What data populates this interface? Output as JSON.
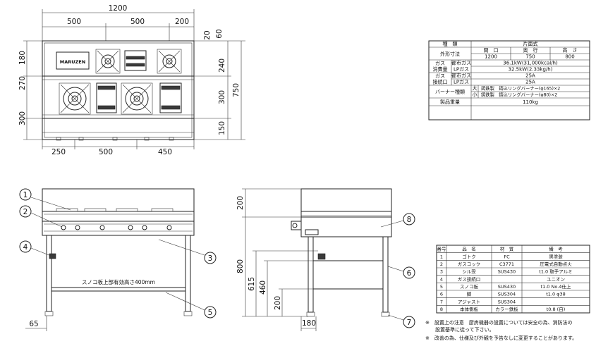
{
  "top_view": {
    "overall_width": "1200",
    "width_segments": [
      "500",
      "500",
      "200"
    ],
    "right_small": [
      "20",
      "60"
    ],
    "left_heights": [
      "180",
      "270",
      "300"
    ],
    "right_heights": [
      "240",
      "300",
      "150"
    ],
    "overall_depth": "750",
    "bottom_segments": [
      "250",
      "500",
      "450"
    ],
    "brand": "MARUZEN"
  },
  "front_view": {
    "callouts": [
      "1",
      "2",
      "3",
      "4",
      "5"
    ],
    "shelf_note": "スノコ板上部有効高さ400mm",
    "foot_dim": "65"
  },
  "side_view": {
    "callouts": [
      "6",
      "7",
      "8"
    ],
    "dims": [
      "200",
      "800",
      "615",
      "460",
      "200",
      "180"
    ]
  },
  "spec_table": {
    "title_label": "種　類",
    "title_value": "片面式",
    "size_label": "外形寸法",
    "size_headers": [
      "間　口",
      "奥　行",
      "高　さ"
    ],
    "size_values": [
      "1200",
      "750",
      "800"
    ],
    "gas_consumption_label": [
      "ガス",
      "消費量"
    ],
    "city_gas": "都市ガス",
    "lp_gas": "LPガス",
    "city_consumption": "36.1kW(31,000kcal/h)",
    "lp_consumption": "32.5kW(2.33kg/h)",
    "connection_label": [
      "ガス",
      "接続口"
    ],
    "city_connection": "25A",
    "lp_connection": "25A",
    "burner_label": "バーナー種類",
    "burner_large_size": "大",
    "burner_large": "鋳鉄製　鋳込リングバーナー(φ165)×2",
    "burner_small_size": "小",
    "burner_small": "鋳鉄製　鋳込リングバーナー(φ80)×2",
    "weight_label": "製品重量",
    "weight_value": "110kg"
  },
  "parts_table": {
    "headers": [
      "番号",
      "品　名",
      "材　質",
      "備　考"
    ],
    "rows": [
      [
        "1",
        "ゴトク",
        "FC",
        "黒塗装"
      ],
      [
        "2",
        "ガスコック",
        "C3771",
        "圧電式自動点火"
      ],
      [
        "3",
        "シル受",
        "SUS430",
        "t1.0 取手アルミ"
      ],
      [
        "4",
        "ガス接続口",
        "",
        "ユニオン"
      ],
      [
        "5",
        "スノコ板",
        "SUS430",
        "t1.0 No.4仕上"
      ],
      [
        "6",
        "脚",
        "SUS304",
        "t1.0 φ38"
      ],
      [
        "7",
        "アジャスト",
        "SUS304",
        ""
      ],
      [
        "8",
        "本体側板",
        "カラー鉄板",
        "t0.8 (白)"
      ]
    ]
  },
  "notes": [
    "※　設置上の注意　厨房機器の設置については安全の為、消防法の",
    "　　設置基準に従って下さい。",
    "※　改善の為、仕様及び外観を予告なしに変更することがあります。"
  ]
}
